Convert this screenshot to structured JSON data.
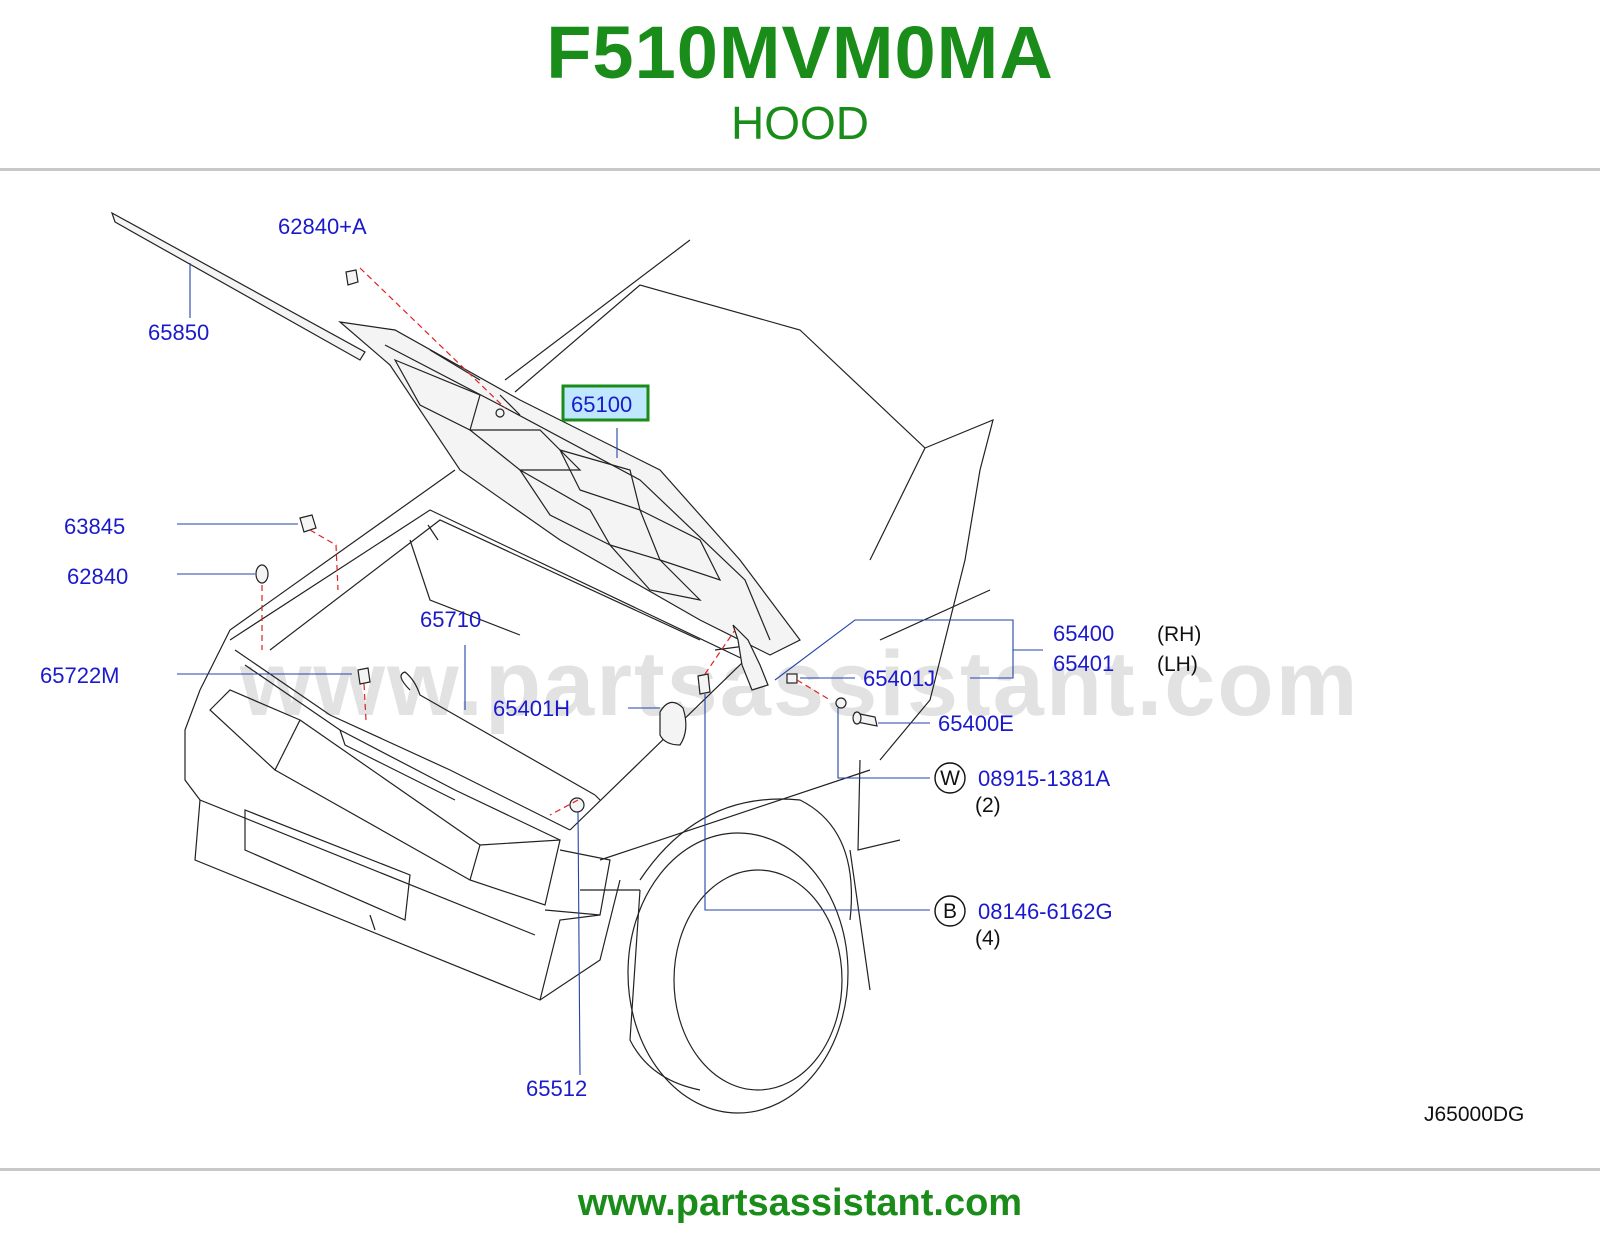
{
  "header": {
    "part_code": "F510MVM0MA",
    "part_name": "HOOD"
  },
  "watermark": "www.partsassistant.com",
  "diagram_code": "J65000DG",
  "footer": {
    "url": "www.partsassistant.com"
  },
  "colors": {
    "brand_green": "#1a8c1a",
    "callout_blue": "#1a1acc",
    "highlight_green": "#1a8c1a",
    "highlight_fill": "#bfe8ff"
  },
  "callouts": {
    "c65850": "65850",
    "c62840A": "62840+A",
    "c65100": "65100",
    "c63845": "63845",
    "c62840": "62840",
    "c65710": "65710",
    "c65722M": "65722M",
    "c65401H": "65401H",
    "c65400": "65400",
    "c65401": "65401",
    "c65401J": "65401J",
    "c65400E": "65400E",
    "c08915": "08915-1381A",
    "c08146": "08146-6162G",
    "c65512": "65512"
  },
  "notes": {
    "rh": "(RH)",
    "lh": "(LH)",
    "qty_w": "(2)",
    "qty_b": "(4)",
    "badge_w": "W",
    "badge_b": "B"
  }
}
